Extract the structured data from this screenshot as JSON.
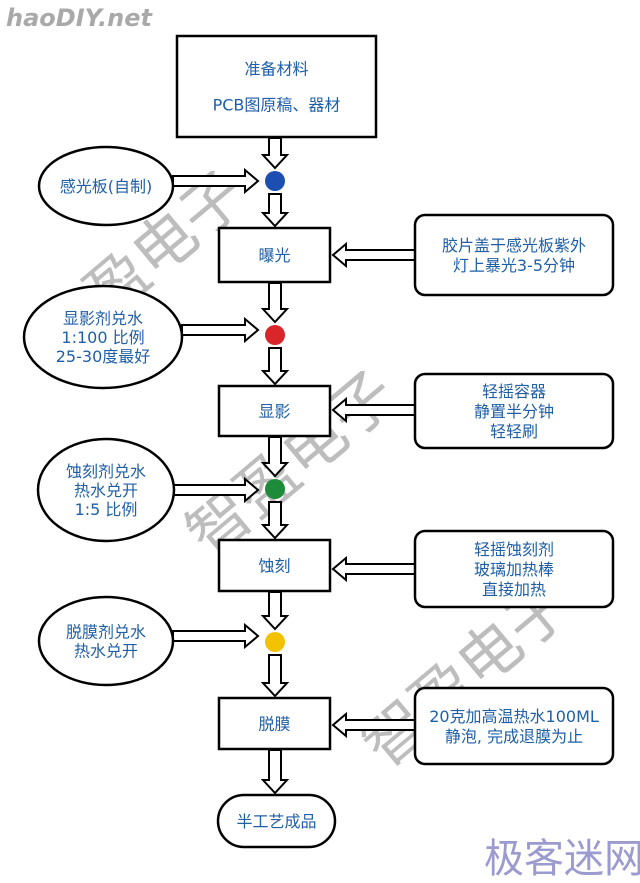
{
  "logo_top": "haoDIY.net",
  "logo_bottom": "极客迷网",
  "watermark": "智盈电子",
  "main_steps": [
    {
      "id": "prep",
      "lines": [
        "准备材料",
        "PCB图原稿、器材"
      ]
    },
    {
      "id": "expose",
      "lines": [
        "曝光"
      ]
    },
    {
      "id": "develop",
      "lines": [
        "显影"
      ]
    },
    {
      "id": "etch",
      "lines": [
        "蚀刻"
      ]
    },
    {
      "id": "strip",
      "lines": [
        "脱膜"
      ]
    },
    {
      "id": "product",
      "lines": [
        "半工艺成品"
      ]
    }
  ],
  "left_inputs": [
    {
      "lines": [
        "感光板(自制)"
      ],
      "dot_color": "#1d4fb3"
    },
    {
      "lines": [
        "显影剂兑水",
        "1:100 比例",
        "25-30度最好"
      ],
      "dot_color": "#d9262b"
    },
    {
      "lines": [
        "蚀刻剂兑水",
        "热水兑开",
        "1:5 比例"
      ],
      "dot_color": "#1e8b3a"
    },
    {
      "lines": [
        "脱膜剂兑水",
        "热水兑开"
      ],
      "dot_color": "#f2c200"
    }
  ],
  "right_notes": [
    {
      "lines": [
        "胶片盖于感光板紫外",
        "灯上暴光3-5分钟"
      ]
    },
    {
      "lines": [
        "轻摇容器",
        "静置半分钟",
        "轻轻刷"
      ]
    },
    {
      "lines": [
        "轻摇蚀刻剂",
        "玻璃加热棒",
        "直接加热"
      ]
    },
    {
      "lines": [
        "20克加高温热水100ML",
        "静泡, 完成退膜为止"
      ]
    }
  ]
}
